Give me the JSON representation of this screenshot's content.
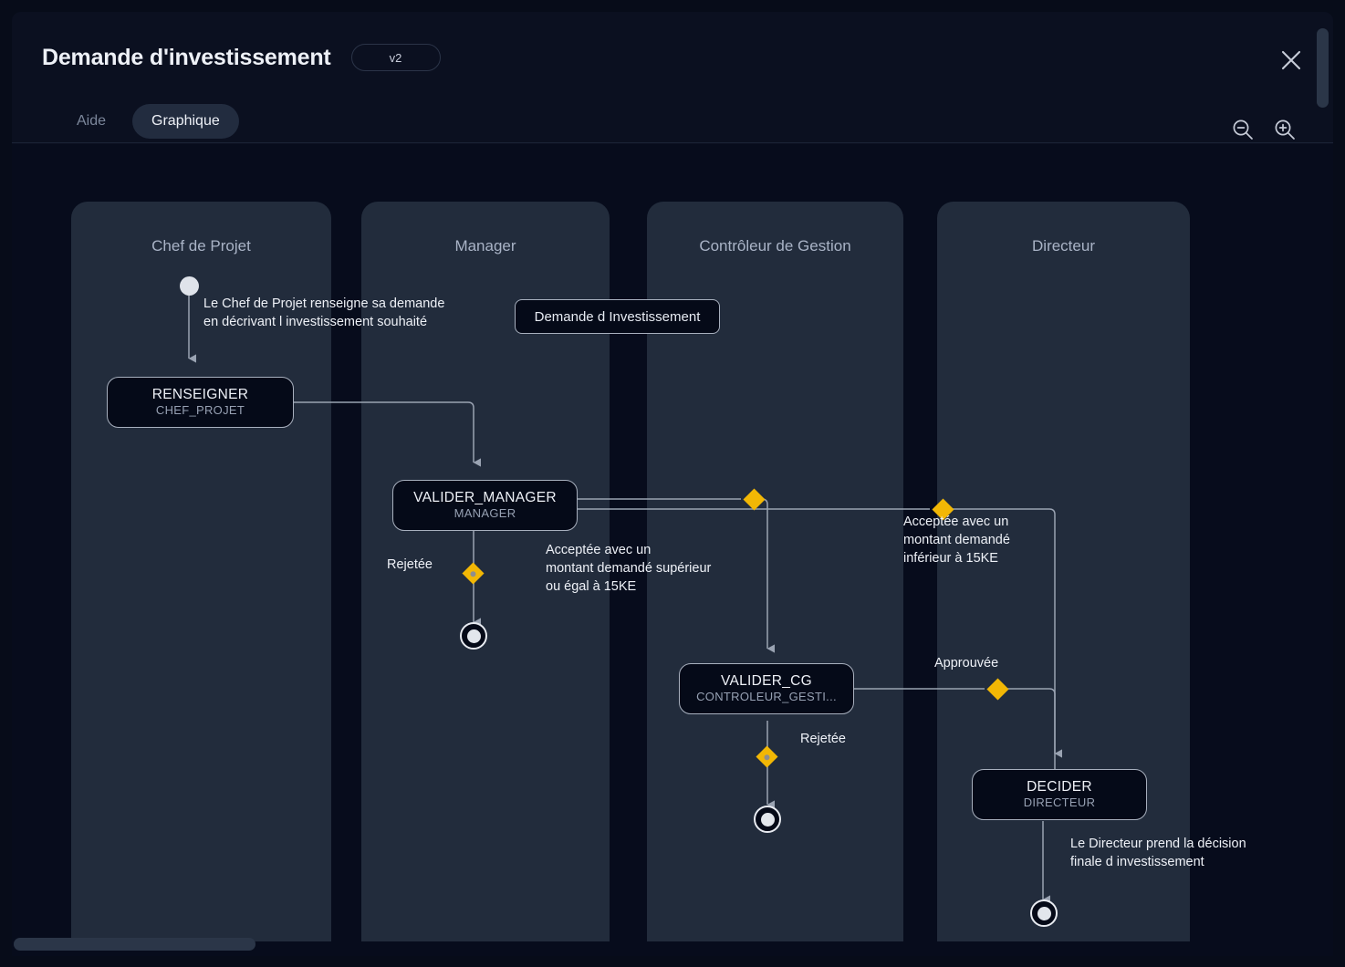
{
  "header": {
    "title": "Demande d'investissement",
    "version": "v2",
    "tabs": [
      {
        "label": "Aide",
        "active": false
      },
      {
        "label": "Graphique",
        "active": true
      }
    ],
    "icons": {
      "close": "close-icon",
      "zoom_out": "zoom-out-icon",
      "zoom_in": "zoom-in-icon"
    }
  },
  "diagram": {
    "type": "swimlane-activity-diagram",
    "lanes": [
      {
        "id": "chef",
        "title": "Chef de Projet"
      },
      {
        "id": "manager",
        "title": "Manager"
      },
      {
        "id": "cg",
        "title": "Contrôleur de\nGestion"
      },
      {
        "id": "directeur",
        "title": "Directeur"
      }
    ],
    "tag": {
      "label": "Demande d Investissement"
    },
    "nodes": [
      {
        "id": "renseigner",
        "name": "RENSEIGNER",
        "role": "CHEF_PROJET",
        "lane": "chef"
      },
      {
        "id": "valider_manager",
        "name": "VALIDER_MANAGER",
        "role": "MANAGER",
        "lane": "manager"
      },
      {
        "id": "valider_cg",
        "name": "VALIDER_CG",
        "role": "CONTROLEUR_GESTI...",
        "lane": "cg"
      },
      {
        "id": "decider",
        "name": "DECIDER",
        "role": "DIRECTEUR",
        "lane": "directeur"
      }
    ],
    "notes": [
      {
        "id": "note-start",
        "text": "Le Chef de Projet renseigne sa demande\nen décrivant l investissement souhaité"
      },
      {
        "id": "note-decider",
        "text": "Le Directeur prend la décision\nfinale d investissement"
      }
    ],
    "edge_labels": [
      {
        "id": "rejetee-manager",
        "text": "Rejetée"
      },
      {
        "id": "acceptee-sup",
        "text": "Acceptée avec un\nmontant demandé supérieur\nou égal à 15KE"
      },
      {
        "id": "acceptee-inf",
        "text": "Acceptée avec un\nmontant demandé\ninférieur à 15KE"
      },
      {
        "id": "approuvee",
        "text": "Approuvée"
      },
      {
        "id": "rejetee-cg",
        "text": "Rejetée"
      }
    ],
    "markers": {
      "start": "start-node",
      "end": "end-node",
      "gateway": "gateway-diamond"
    }
  }
}
